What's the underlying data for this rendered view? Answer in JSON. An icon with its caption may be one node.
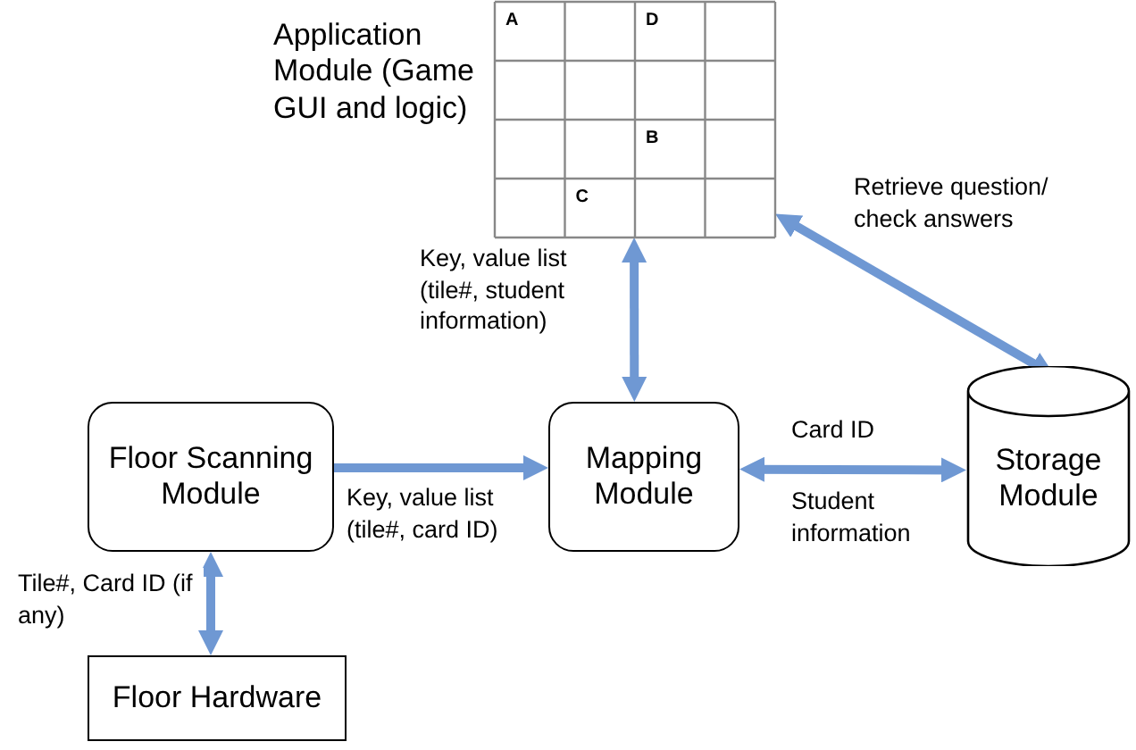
{
  "diagram": {
    "nodes": [
      {
        "text": [
          "Application Module (Game GUI and logic)"
        ]
      },
      {
        "text": [
          "Floor Scanning Module"
        ]
      },
      {
        "text": [
          "Mapping Module"
        ]
      },
      {
        "text": [
          "Storage Module"
        ]
      },
      {
        "text": [
          "Floor Hardware"
        ]
      }
    ],
    "edges": [
      {
        "from": 0,
        "to": 2,
        "arrow": "both",
        "label": "Key, value list (tile#, student information)"
      },
      {
        "from": 0,
        "to": 3,
        "arrow": "both",
        "label": "Retrieve question/ check answers"
      },
      {
        "from": 1,
        "to": 2,
        "arrow": "to",
        "label": "Key, value list (tile#, card ID)"
      },
      {
        "from": 2,
        "to": 3,
        "arrow": "both",
        "label": "Card ID"
      },
      {
        "from": 1,
        "to": 4,
        "arrow": "both",
        "label": "Tile#, Card ID (if any)"
      }
    ],
    "labels": [
      "A",
      "D",
      "B",
      "C",
      "Student information"
    ]
  }
}
